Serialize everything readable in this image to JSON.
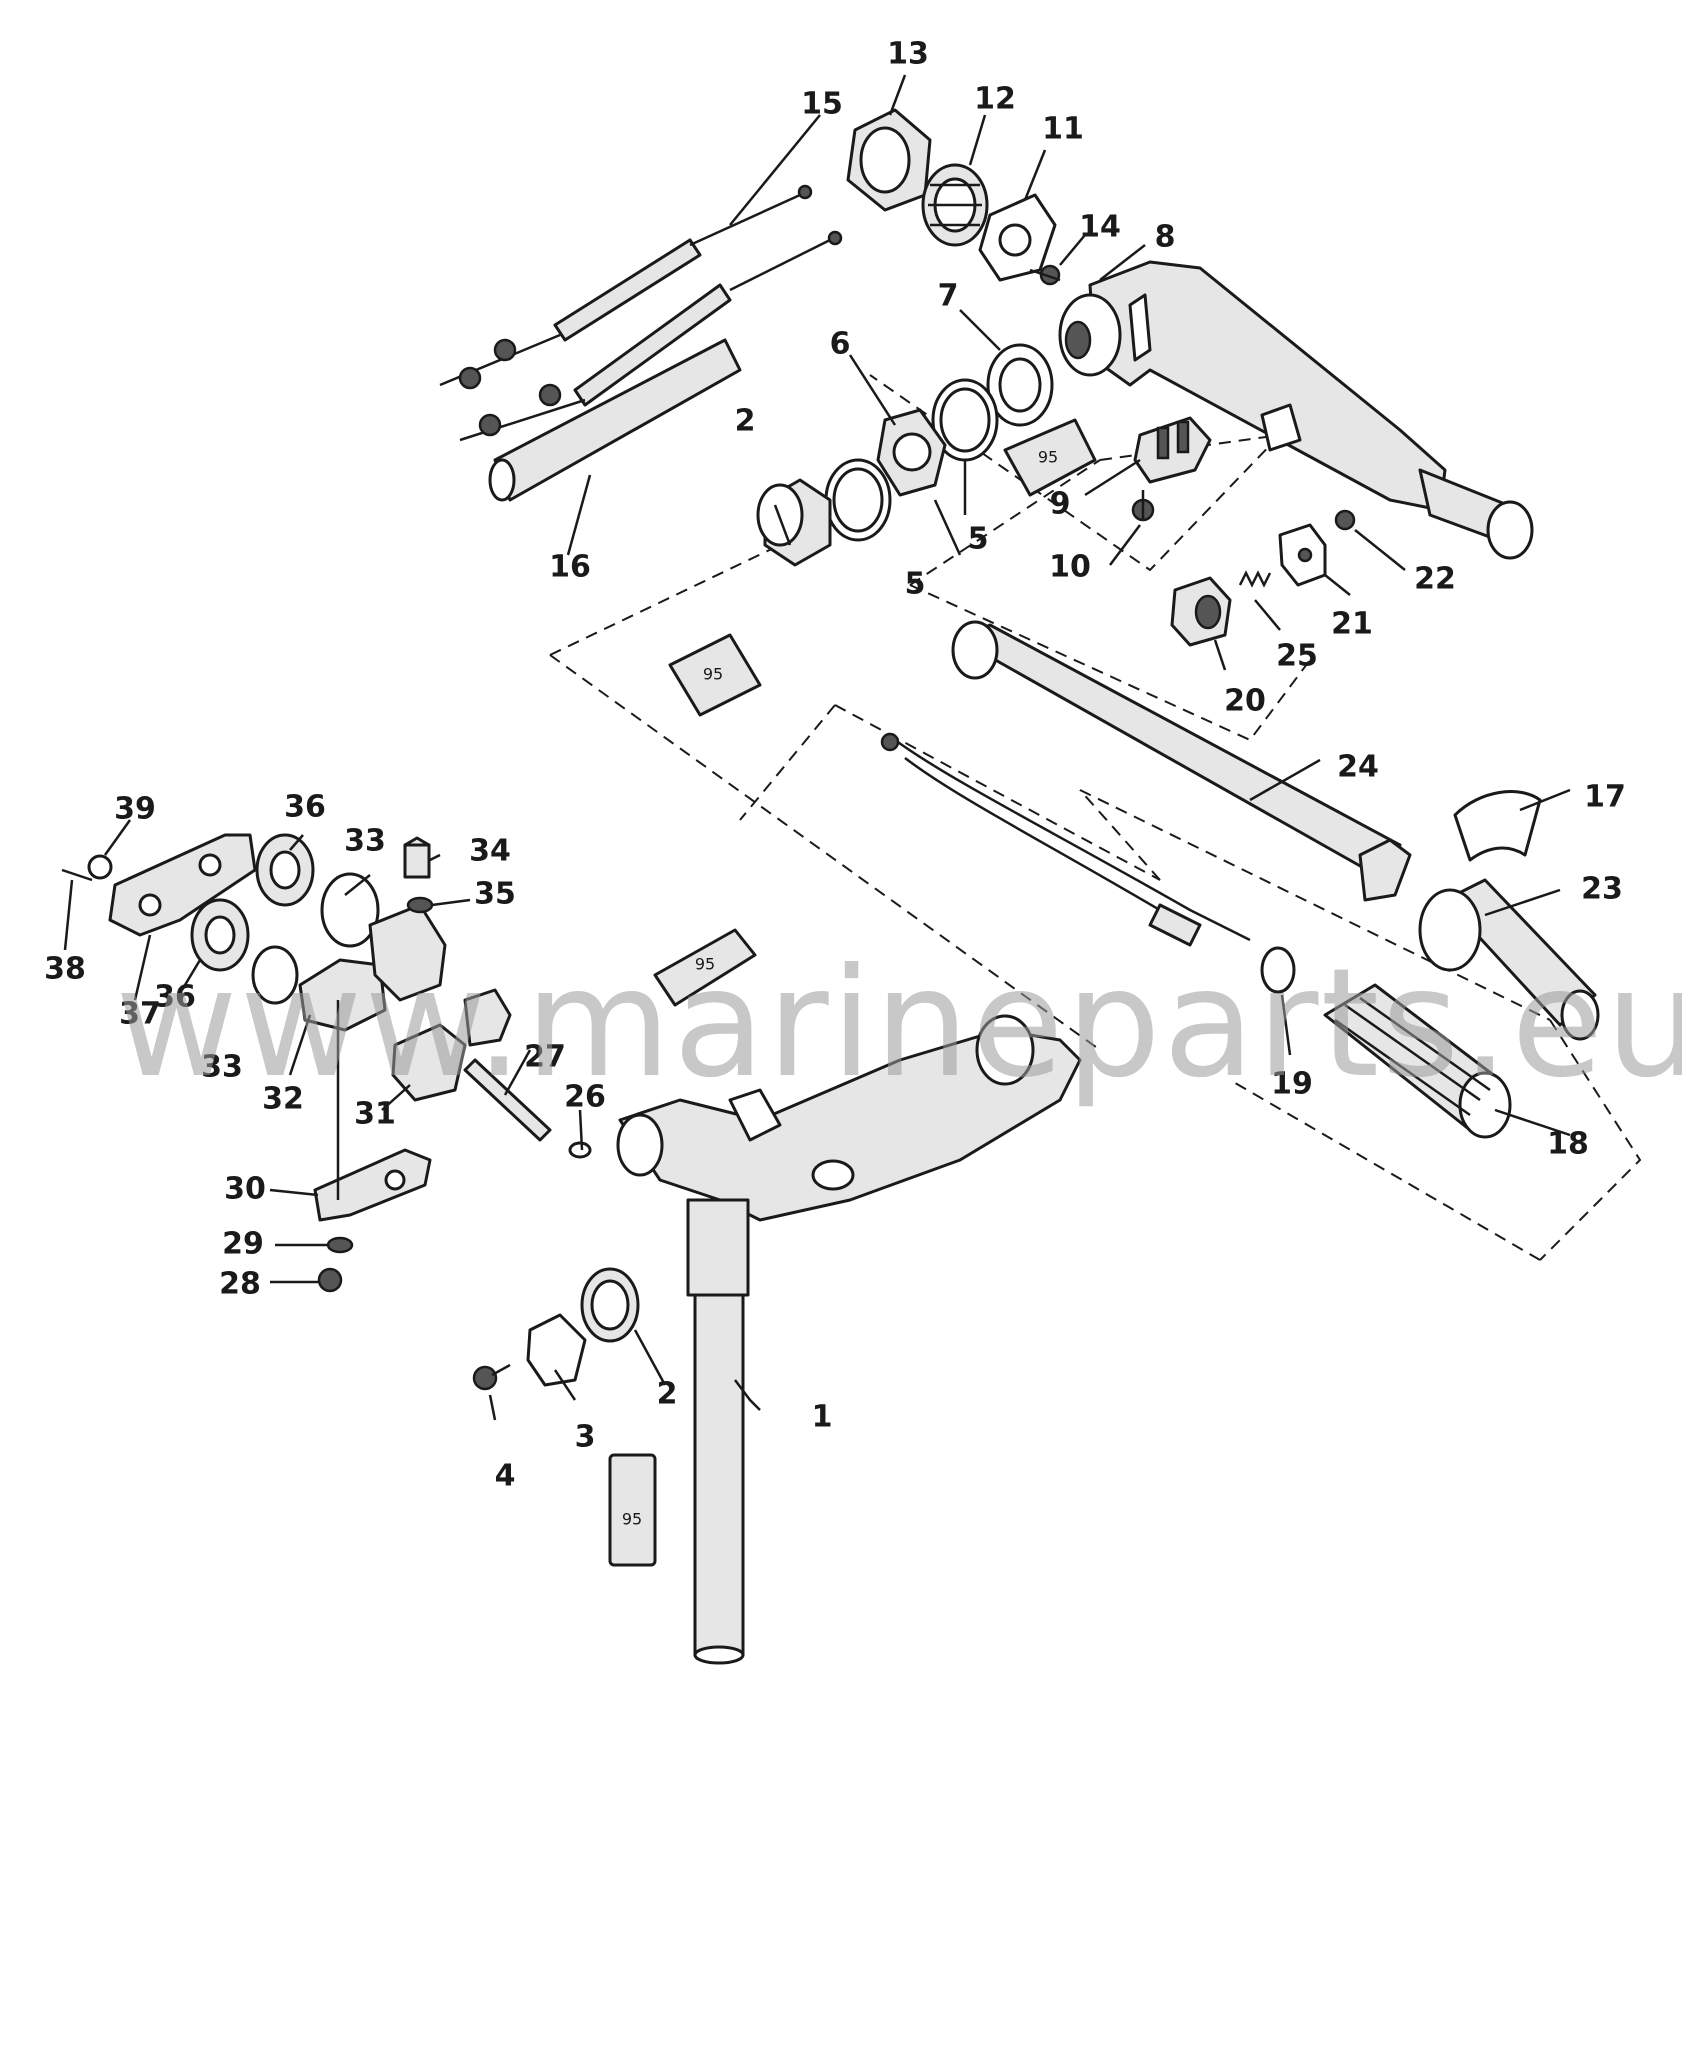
{
  "watermark": "www.marineparts.eu",
  "tube_label": "95",
  "callouts": [
    "1",
    "2",
    "2",
    "3",
    "4",
    "5",
    "5",
    "6",
    "7",
    "8",
    "9",
    "10",
    "11",
    "12",
    "13",
    "14",
    "15",
    "16",
    "17",
    "18",
    "19",
    "20",
    "21",
    "22",
    "23",
    "24",
    "25",
    "26",
    "27",
    "28",
    "29",
    "30",
    "31",
    "32",
    "33",
    "33",
    "34",
    "35",
    "36",
    "36",
    "37",
    "38",
    "39"
  ],
  "colors": {
    "line": "#1a1a1a",
    "watermark": "#9a9a9a",
    "background": "#ffffff"
  }
}
